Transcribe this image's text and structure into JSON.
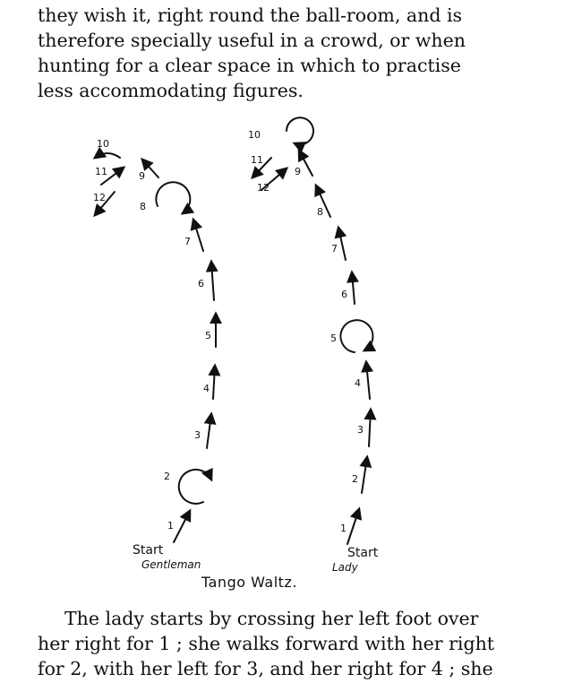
{
  "top_paragraph": {
    "lines": [
      "they wish it, right round the ball-room, and is",
      "therefore specially useful  in  a crowd, or when",
      "hunting for a clear space in which to practise",
      "less accommodating figures."
    ]
  },
  "figure": {
    "caption": "Tango Waltz.",
    "gentleman": {
      "start_label": "Start",
      "role_label": "Gentleman",
      "step_numbers": [
        "1",
        "2",
        "3",
        "4",
        "5",
        "6",
        "7",
        "8",
        "9",
        "10",
        "11",
        "12"
      ]
    },
    "lady": {
      "start_label": "Start",
      "role_label": "Lady",
      "step_numbers": [
        "1",
        "2",
        "3",
        "4",
        "5",
        "6",
        "7",
        "8",
        "9",
        "10",
        "11",
        "12"
      ]
    }
  },
  "bottom_paragraph": {
    "lines": [
      "The lady starts by crossing her left foot over",
      "her right for 1 ;  she walks forward with her right",
      "for 2, with her left for 3, and her right for 4 ;  she"
    ]
  }
}
